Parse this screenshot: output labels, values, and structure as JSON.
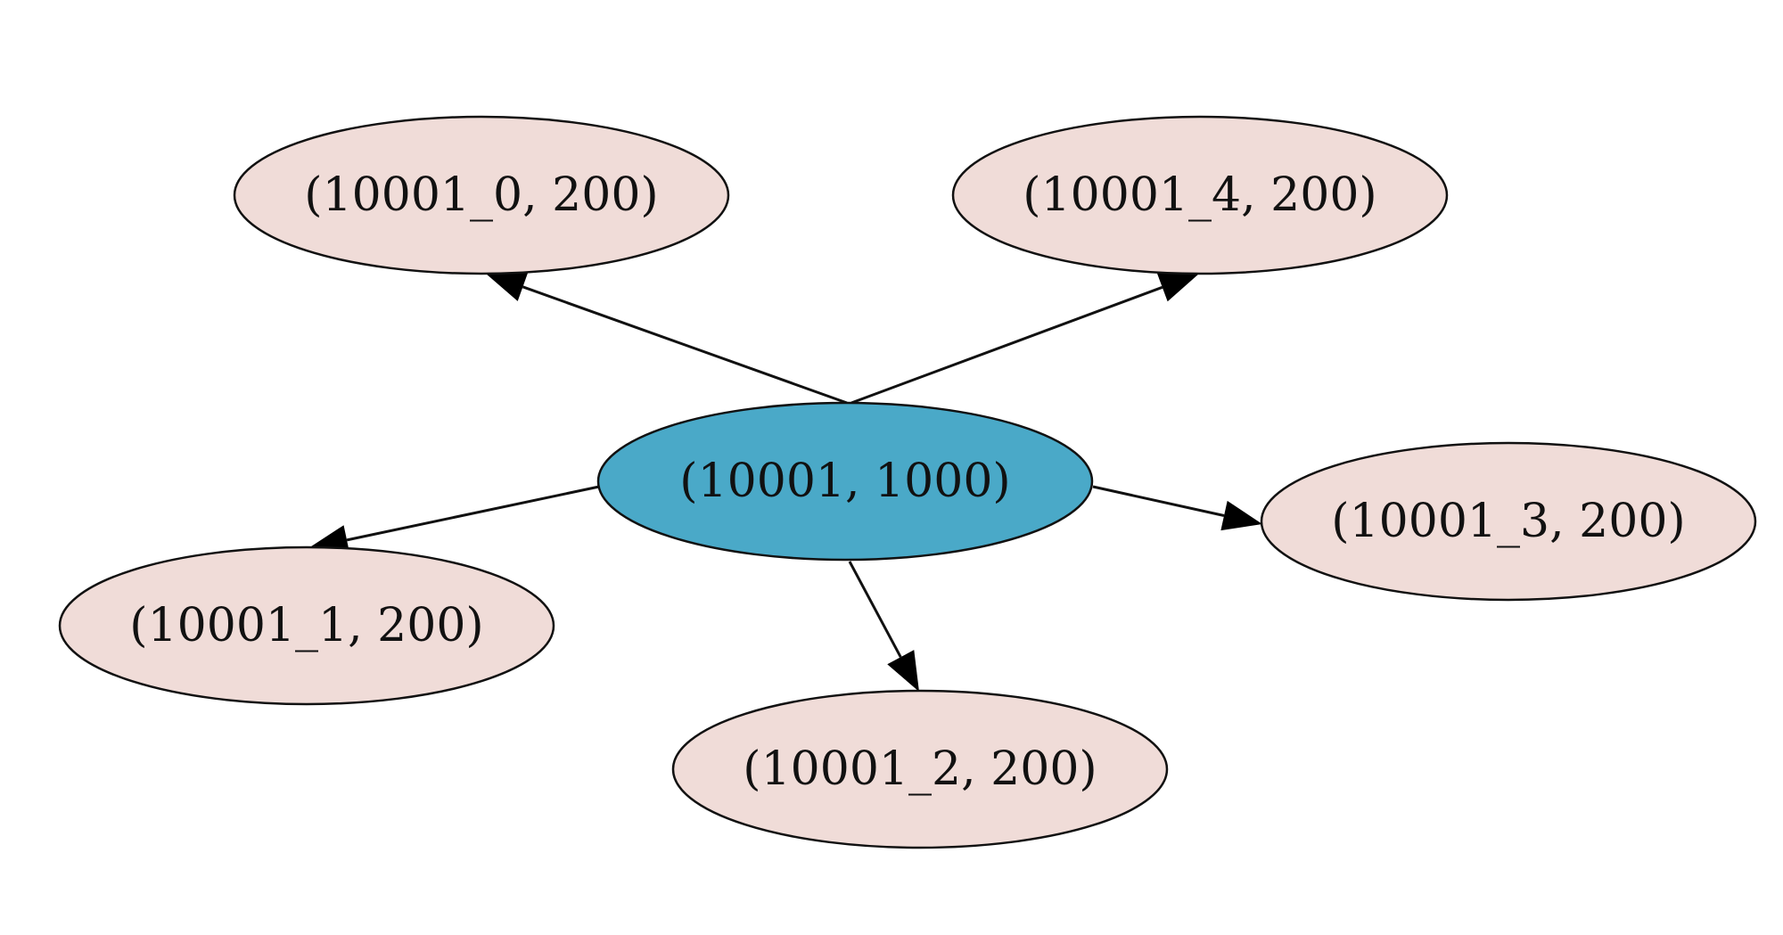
{
  "colors": {
    "center_fill": "#4aa9c8",
    "leaf_fill": "#f0dcd8",
    "stroke": "#111111",
    "background": "#ffffff"
  },
  "nodes": [
    {
      "id": "center",
      "label": "(10001, 1000)",
      "kind": "center"
    },
    {
      "id": "n0",
      "label": "(10001_0, 200)",
      "kind": "leaf"
    },
    {
      "id": "n4",
      "label": "(10001_4, 200)",
      "kind": "leaf"
    },
    {
      "id": "n1",
      "label": "(10001_1, 200)",
      "kind": "leaf"
    },
    {
      "id": "n3",
      "label": "(10001_3, 200)",
      "kind": "leaf"
    },
    {
      "id": "n2",
      "label": "(10001_2, 200)",
      "kind": "leaf"
    }
  ],
  "edges": [
    {
      "from": "center",
      "to": "n0"
    },
    {
      "from": "center",
      "to": "n4"
    },
    {
      "from": "center",
      "to": "n1"
    },
    {
      "from": "center",
      "to": "n3"
    },
    {
      "from": "center",
      "to": "n2"
    }
  ]
}
